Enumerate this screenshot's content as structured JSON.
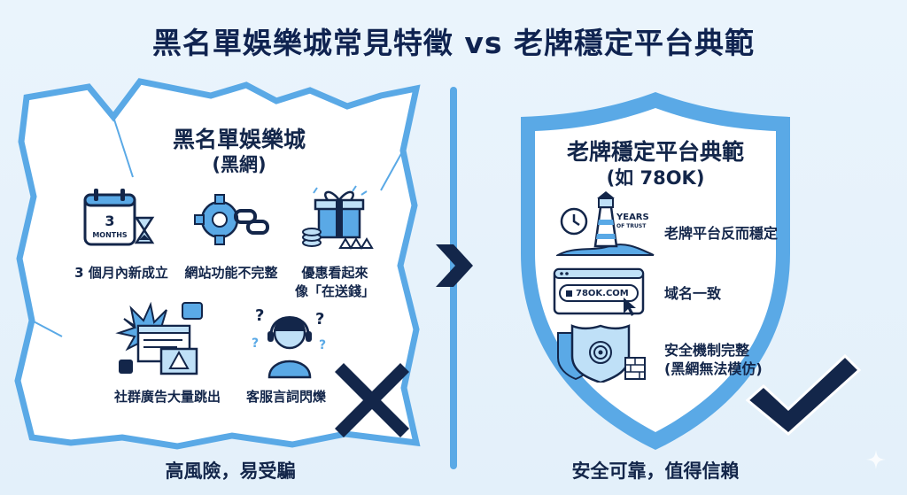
{
  "title": "黑名單娛樂城常見特徵 vs 老牌穩定平台典範",
  "left_panel": {
    "heading": "黑名單娛樂城",
    "subheading": "(黑網)",
    "calendar_number": "3",
    "calendar_unit": "MONTHS",
    "features": [
      {
        "label": "3 個月內新成立",
        "icon": "calendar-hourglass-icon"
      },
      {
        "label": "網站功能不完整",
        "icon": "broken-gear-chain-icon"
      },
      {
        "label_line1": "優惠看起來",
        "label_line2": "像「在送錢」",
        "icon": "gift-coin-trap-icon"
      },
      {
        "label": "社群廣告大量跳出",
        "icon": "popup-ads-icon"
      },
      {
        "label": "客服言詞閃爍",
        "icon": "confused-support-agent-icon"
      }
    ],
    "mark_icon": "cross-icon",
    "footer": "高風險，易受騙"
  },
  "arrow_icon": "right-arrow-icon",
  "right_panel": {
    "heading": "老牌穩定平台典範",
    "subheading": "(如 78OK)",
    "lighthouse_text_1": "YEARS",
    "lighthouse_text_2": "OF TRUST",
    "url_text": "78OK.COM",
    "features": [
      {
        "label": "老牌平台反而穩定",
        "icon": "lighthouse-clock-icon"
      },
      {
        "label": "域名一致",
        "icon": "browser-url-icon"
      },
      {
        "label_line1": "安全機制完整",
        "label_line2": "(黑網無法模仿)",
        "icon": "security-shield-icon"
      }
    ],
    "mark_icon": "check-icon",
    "footer": "安全可靠，值得信賴"
  },
  "colors": {
    "navy": "#13264a",
    "accent_blue": "#5aa9e6",
    "light_blue": "#bfe0f7",
    "background": "#e6f2fb"
  }
}
